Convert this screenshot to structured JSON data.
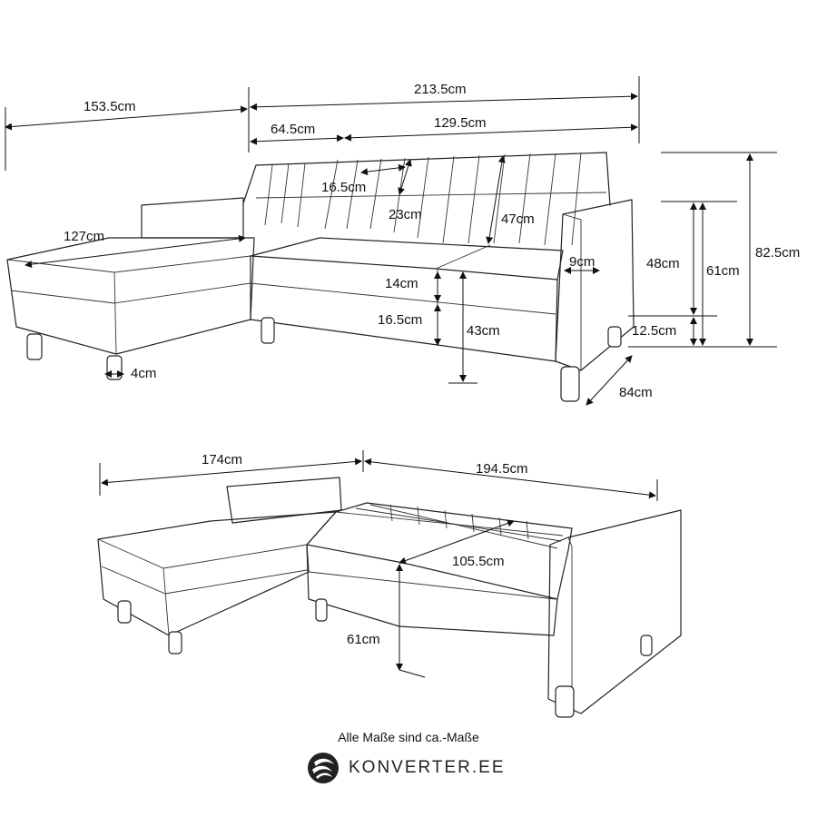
{
  "top_view": {
    "labels": {
      "total_left": "153.5cm",
      "total_width": "213.5cm",
      "seat_chaise_width": "64.5cm",
      "seat_main_width": "129.5cm",
      "cushion_depth": "16.5cm",
      "back_height": "23cm",
      "seat_depth_inner": "47cm",
      "chaise_length": "127cm",
      "arm_width": "9cm",
      "seat_thickness": "14cm",
      "base_height": "16.5cm",
      "seat_height": "43cm",
      "leg_width": "4cm",
      "arm_height": "48cm",
      "back_height_total": "61cm",
      "overall_height": "82.5cm",
      "leg_height": "12.5cm",
      "depth": "84cm"
    }
  },
  "bottom_view": {
    "labels": {
      "bed_left_width": "174cm",
      "bed_right_width": "194.5cm",
      "bed_depth": "105.5cm",
      "bed_height": "61cm"
    }
  },
  "footer": {
    "note": "Alle Maße sind ca.-Maße",
    "brand": "KONVERTER.EE"
  }
}
